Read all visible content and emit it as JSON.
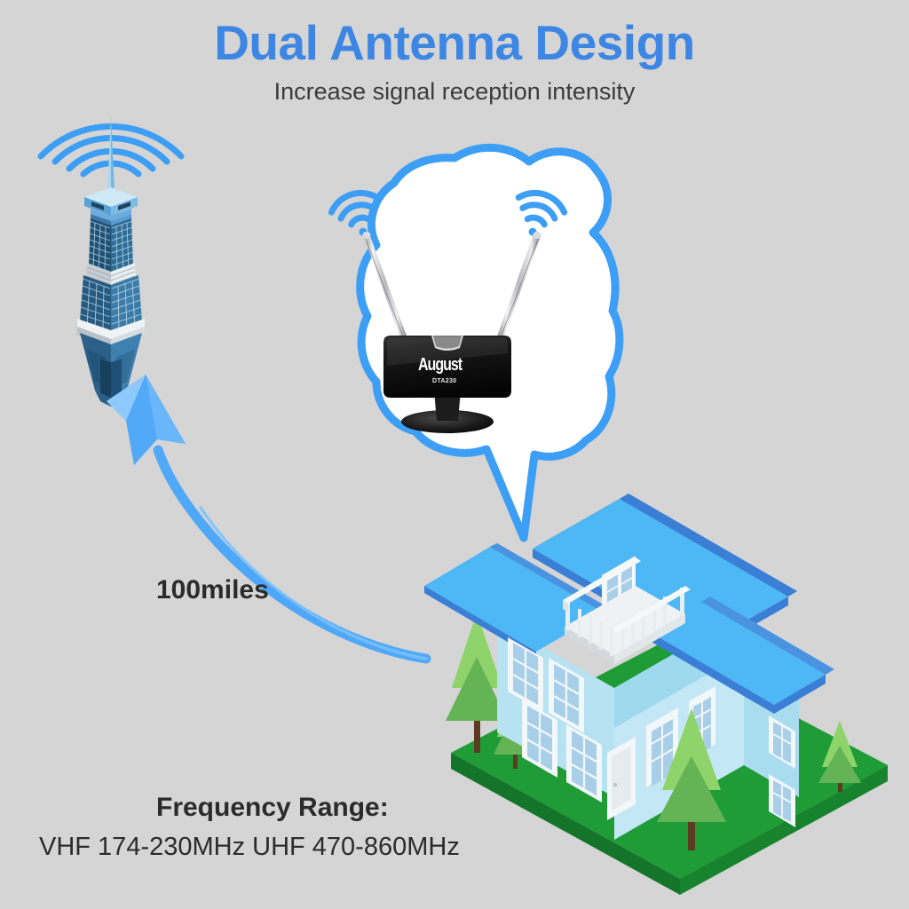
{
  "header": {
    "title": "Dual Antenna Design",
    "subtitle": "Increase signal reception intensity",
    "title_color": "#3d86e3",
    "subtitle_color": "#3b3b3b"
  },
  "annotations": {
    "distance_label": "100miles",
    "frequency_title": "Frequency Range:",
    "frequency_values": "VHF 174-230MHz  UHF 470-860MHz"
  },
  "device": {
    "brand": "August",
    "model": "DTA230",
    "body_color": "#161616"
  },
  "scene": {
    "background_color": "#d5d5d5",
    "accent_blue": "#3d9ef5",
    "tower_name": "broadcast-tower",
    "tower_signal_arcs": 4,
    "bubble_fill": "#ffffff",
    "bubble_stroke": "#3d9ef5",
    "wifi_arcs_per_antenna": 3,
    "house_wall_color": "#b6e2f2",
    "house_roof_color": "#4db8f5",
    "house_roof_shade": "#3a7fd5",
    "lawn_color": "#1f9c36",
    "lawn_shade": "#14752a",
    "arrow_color": "#3d9ef5"
  }
}
